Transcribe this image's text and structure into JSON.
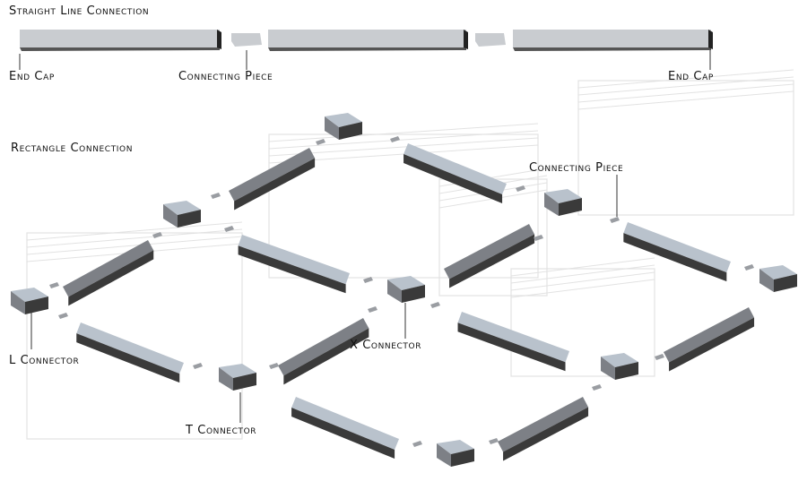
{
  "sections": {
    "straight_title": "Straight Line Connection",
    "rectangle_title": "Rectangle Connection"
  },
  "labels": {
    "end_cap_left": "End Cap",
    "connecting_piece_straight": "Connecting Piece",
    "end_cap_right": "End Cap",
    "connecting_piece_rect": "Connecting Piece",
    "l_connector": "L Connector",
    "x_connector": "X Connector",
    "t_connector": "T Connector"
  },
  "colors": {
    "profile_top": "#c9ccd0",
    "profile_dark": "#7d8086",
    "profile_shadow": "#3a3a3a",
    "light_profile": "#b9c2cc",
    "background_sketch": "#e2e2e2"
  }
}
